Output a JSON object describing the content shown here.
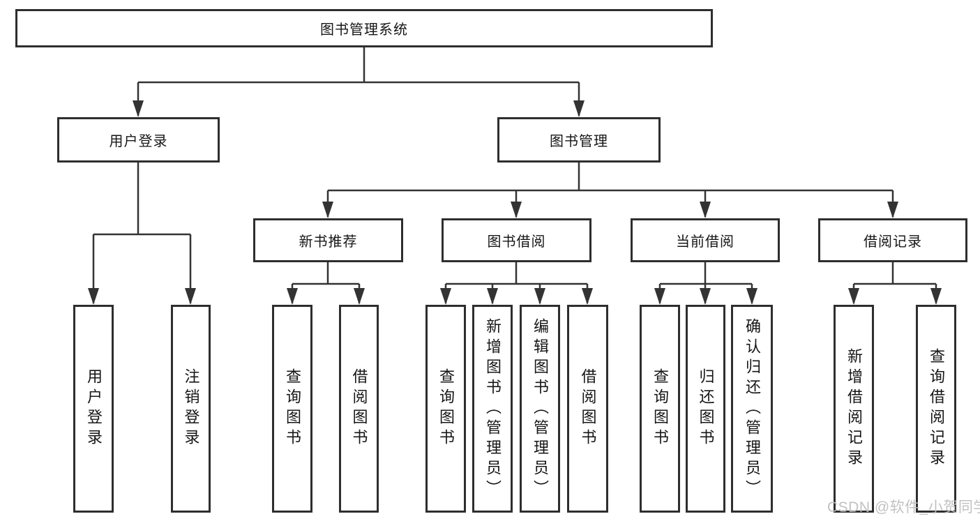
{
  "diagram": {
    "root": {
      "label": "图书管理系统"
    },
    "level2": [
      {
        "id": "user-login",
        "label": "用户登录"
      },
      {
        "id": "book-management",
        "label": "图书管理"
      }
    ],
    "level3": [
      {
        "id": "new-book-recommend",
        "label": "新书推荐"
      },
      {
        "id": "book-borrowing",
        "label": "图书借阅"
      },
      {
        "id": "current-borrowing",
        "label": "当前借阅"
      },
      {
        "id": "borrowing-records",
        "label": "借阅记录"
      }
    ],
    "leaves": {
      "user_login": "用户登录",
      "logout": "注销登录",
      "rec_query_book": "查询图书",
      "rec_borrow_book": "借阅图书",
      "bb_query_book": "查询图书",
      "bb_add_book": "新增图书（管理员）",
      "bb_edit_book": "编辑图书（管理员）",
      "bb_borrow_book": "借阅图书",
      "cb_query_book": "查询图书",
      "cb_return_book": "归还图书",
      "cb_confirm_return": "确认归还（管理员）",
      "br_add_record": "新增借阅记录",
      "br_query_record": "查询借阅记录"
    },
    "watermark": "CSDN @软件_小贺同学",
    "colors": {
      "line": "#333333",
      "box_border": "#2e2e2e",
      "text": "#161616",
      "watermark": "#bebebe",
      "background": "#ffffff"
    }
  }
}
